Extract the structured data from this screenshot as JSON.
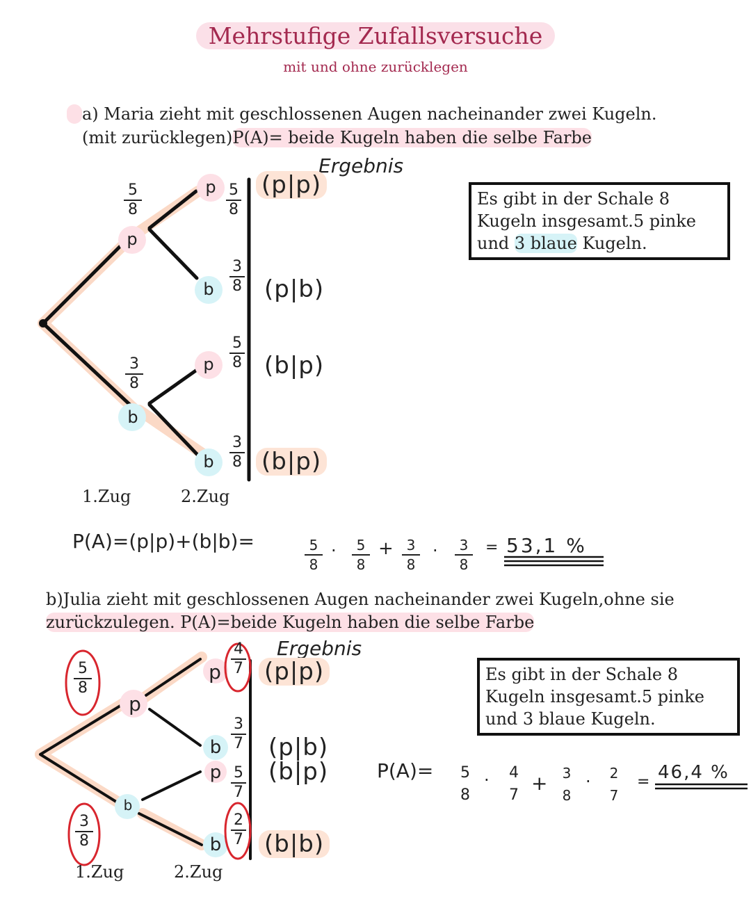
{
  "title": "Mehrstufige Zufallsversuche",
  "subtitle": "mit und ohne zurücklegen",
  "part_a": {
    "line1": "a) Maria zieht mit geschlossenen Augen nacheinander zwei Kugeln.",
    "line2_a": "(mit zurücklegen)",
    "line2_b": "P(A)= beide Kugeln haben die selbe Farbe",
    "ergebnis_label": "Ergebnis",
    "box_line1": "Es gibt in der Schale 8",
    "box_line2": "Kugeln insgesamt.5 pinke",
    "box_line3_a": "und ",
    "box_line3_b": "3 blaue",
    "box_line3_c": " Kugeln.",
    "node_p": "p",
    "node_b": "b",
    "frac_first_p": {
      "num": "5",
      "den": "8"
    },
    "frac_first_b": {
      "num": "3",
      "den": "8"
    },
    "second_fracs": [
      {
        "num": "5",
        "den": "8"
      },
      {
        "num": "3",
        "den": "8"
      },
      {
        "num": "5",
        "den": "8"
      },
      {
        "num": "3",
        "den": "8"
      }
    ],
    "second_nodes": [
      "p",
      "b",
      "p",
      "b"
    ],
    "results": [
      "(p|p)",
      "(p|b)",
      "(b|p)",
      "(b|p)"
    ],
    "zug1": "1.Zug",
    "zug2": "2.Zug",
    "formula_lhs": "P(A)=(p|p)+(b|b)=",
    "f1": {
      "num": "5",
      "den": "8"
    },
    "f2": {
      "num": "5",
      "den": "8"
    },
    "f3": {
      "num": "3",
      "den": "8"
    },
    "f4": {
      "num": "3",
      "den": "8"
    },
    "result": "53,1 %"
  },
  "part_b": {
    "line1": "b)Julia zieht mit geschlossenen Augen nacheinander zwei Kugeln,ohne sie",
    "line2": "zurückzulegen. P(A)=beide Kugeln haben die selbe Farbe",
    "ergebnis_label": "Ergebnis",
    "box_line1": "Es gibt in der Schale 8",
    "box_line2": "Kugeln insgesamt.5 pinke",
    "box_line3": "und 3 blaue Kugeln.",
    "node_p": "p",
    "node_b": "b",
    "frac_first_p": {
      "num": "5",
      "den": "8"
    },
    "frac_first_b": {
      "num": "3",
      "den": "8"
    },
    "second_fracs": [
      {
        "num": "4",
        "den": "7"
      },
      {
        "num": "3",
        "den": "7"
      },
      {
        "num": "5",
        "den": "7"
      },
      {
        "num": "2",
        "den": "7"
      }
    ],
    "second_nodes": [
      "p",
      "b",
      "p",
      "b"
    ],
    "results": [
      "(p|p)",
      "(p|b)",
      "(b|p)",
      "(b|b)"
    ],
    "zug1": "1.Zug",
    "zug2": "2.Zug",
    "formula_lhs": "P(A)=",
    "f1": {
      "num": "5",
      "den": "8"
    },
    "f2": {
      "num": "4",
      "den": "7"
    },
    "f3": {
      "num": "3",
      "den": "8"
    },
    "f4": {
      "num": "2",
      "den": "7"
    },
    "result": "46,4 %"
  },
  "colors": {
    "title": "#a3294f",
    "pink_highlight": "#fde0e6",
    "blue_highlight": "#d6f3f7",
    "peach_highlight": "#fde4d6",
    "circle_red": "#d8262e"
  }
}
